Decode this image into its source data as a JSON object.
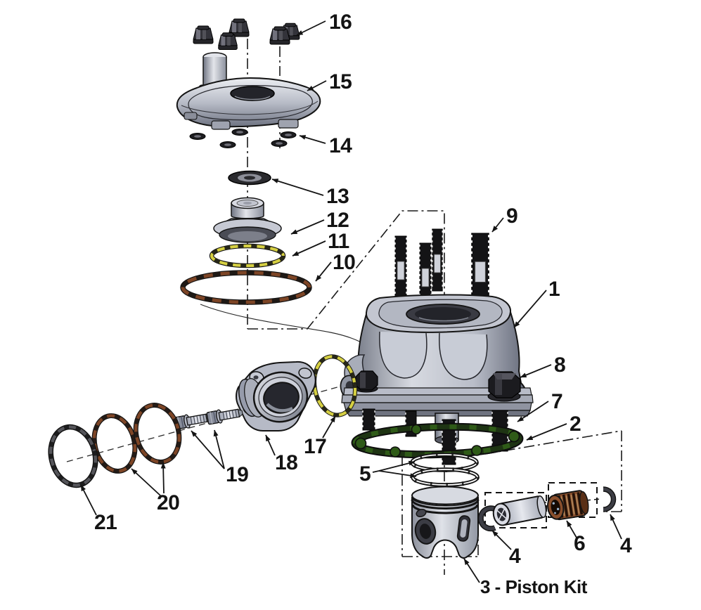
{
  "figure": {
    "type": "exploded-parts-diagram",
    "background": "#ffffff"
  },
  "callouts": {
    "n1": "1",
    "n2": "2",
    "n3": "3 - Piston Kit",
    "n4_left": "4",
    "n4_right": "4",
    "n5": "5",
    "n6": "6",
    "n7": "7",
    "n8": "8",
    "n9": "9",
    "n10": "10",
    "n11": "11",
    "n12": "12",
    "n13": "13",
    "n14": "14",
    "n15": "15",
    "n16": "16",
    "n17": "17",
    "n18": "18",
    "n19": "19",
    "n20": "20",
    "n21": "21"
  },
  "colors": {
    "outline": "#141414",
    "oring_yellow": "#d5cf42",
    "oring_brown": "#7d4526",
    "oring_gray": "#55555a",
    "gasket_green": "#2f5b18",
    "bearing_brown": "#8a4f2c",
    "metal_light": "#dcdee6",
    "metal_mid": "#9ea3b2",
    "metal_dark": "#4f5363",
    "fastener_black": "#17171a"
  }
}
